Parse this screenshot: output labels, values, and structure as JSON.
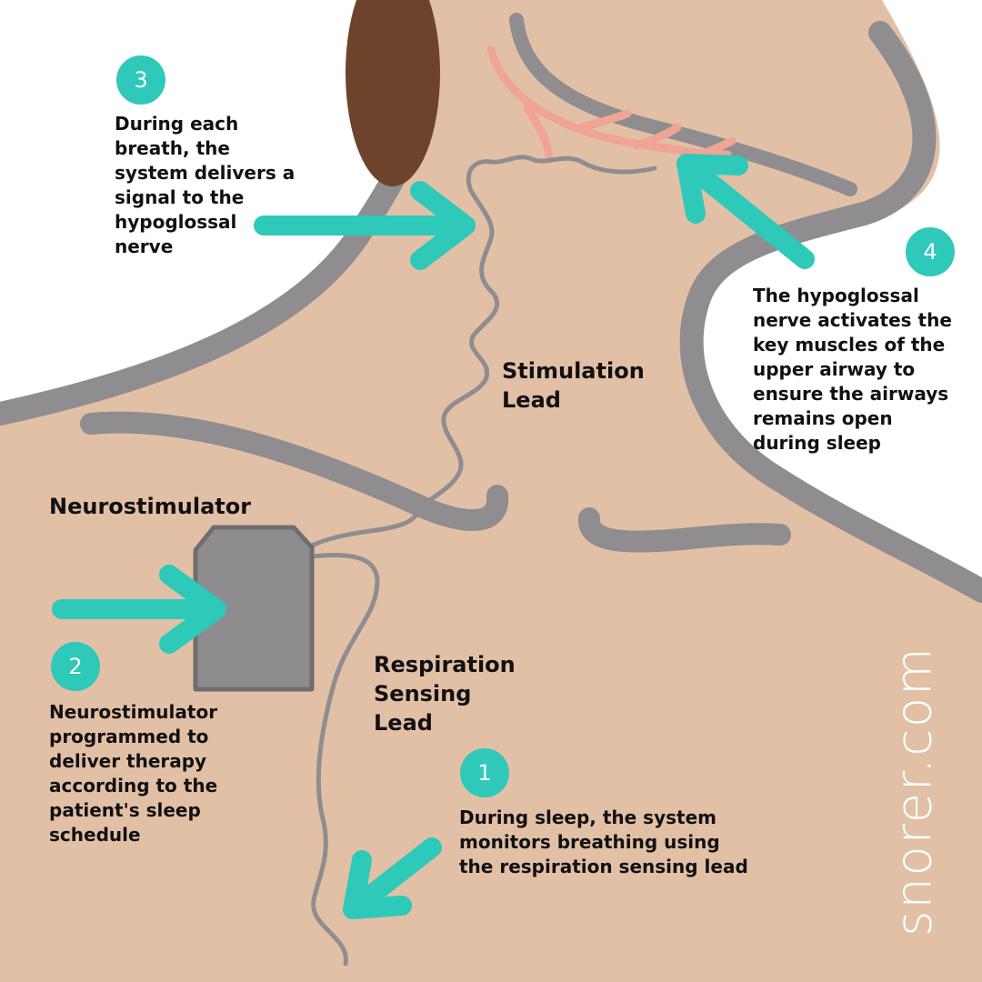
{
  "labels": {
    "stimulation_lead": "Stimulation\nLead",
    "neurostimulator": "Neurostimulator",
    "respiration_sensing_lead": "Respiration\nSensing\nLead"
  },
  "steps": [
    {
      "number": "1",
      "text": "During sleep, the system\nmonitors breathing using\nthe respiration sensing lead"
    },
    {
      "number": "2",
      "text": "Neurostimulator\nprogrammed to\ndeliver therapy\naccording to the\npatient's sleep\nschedule"
    },
    {
      "number": "3",
      "text": "During each\nbreath, the\nsystem delivers a\nsignal to the\nhypoglossal\nnerve"
    },
    {
      "number": "4",
      "text": "The hypoglossal\nnerve activates the\nkey muscles of the\nupper airway to\nensure the airways\nremains open\nduring sleep"
    }
  ],
  "watermark": "snorer.com",
  "colors": {
    "skin": "#e2c0a6",
    "outline": "#8f8d8f",
    "accent": "#2ec9b8",
    "hair": "#6e432c",
    "nerve": "#f0a494",
    "device": "#8e8c8e"
  }
}
